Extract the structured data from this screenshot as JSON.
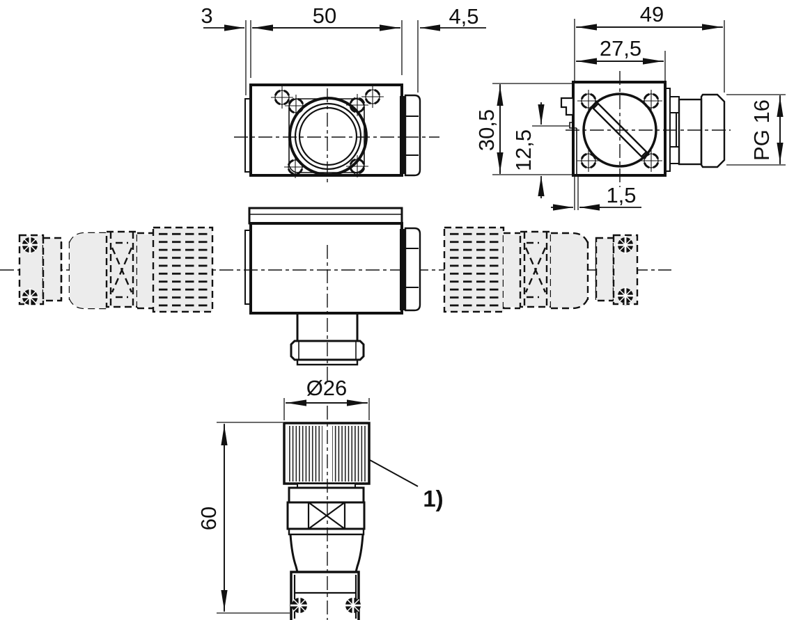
{
  "drawing": {
    "colors": {
      "ink": "#111111",
      "background": "#ffffff",
      "phantom_fill": "#ececec"
    },
    "labels": {
      "dim_3": "3",
      "dim_50": "50",
      "dim_4_5": "4,5",
      "dim_49": "49",
      "dim_27_5": "27,5",
      "dim_30_5": "30,5",
      "dim_12_5": "12,5",
      "dim_1_5": "1,5",
      "dim_pg16": "PG 16",
      "dim_dia26": "Ø26",
      "dim_60": "60",
      "footnote_ref": "1)"
    }
  }
}
